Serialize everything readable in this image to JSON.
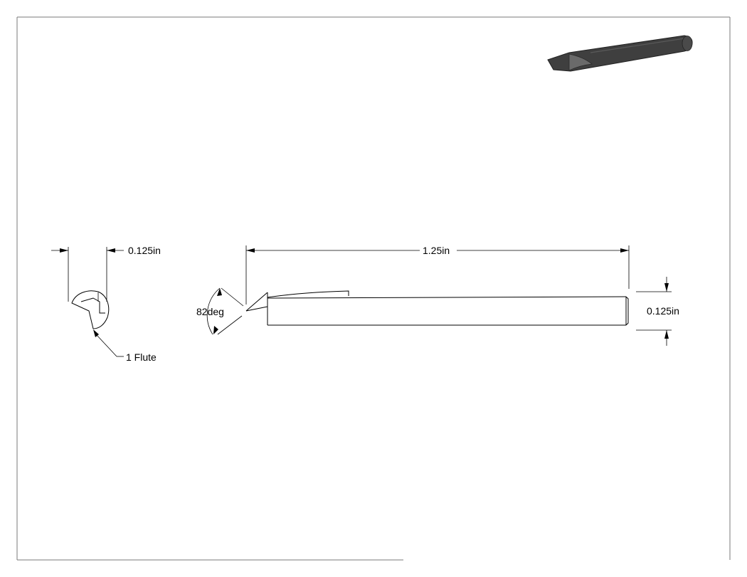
{
  "drawing": {
    "end_view": {
      "diameter_label": "0.125in",
      "flute_label": "1 Flute"
    },
    "side_view": {
      "length_label": "1.25in",
      "point_angle_label": "82deg",
      "shank_diameter_label": "0.125in"
    },
    "iso_view": {
      "body_color": "#3f3f3f",
      "highlight_color": "#6a6a6a"
    }
  }
}
